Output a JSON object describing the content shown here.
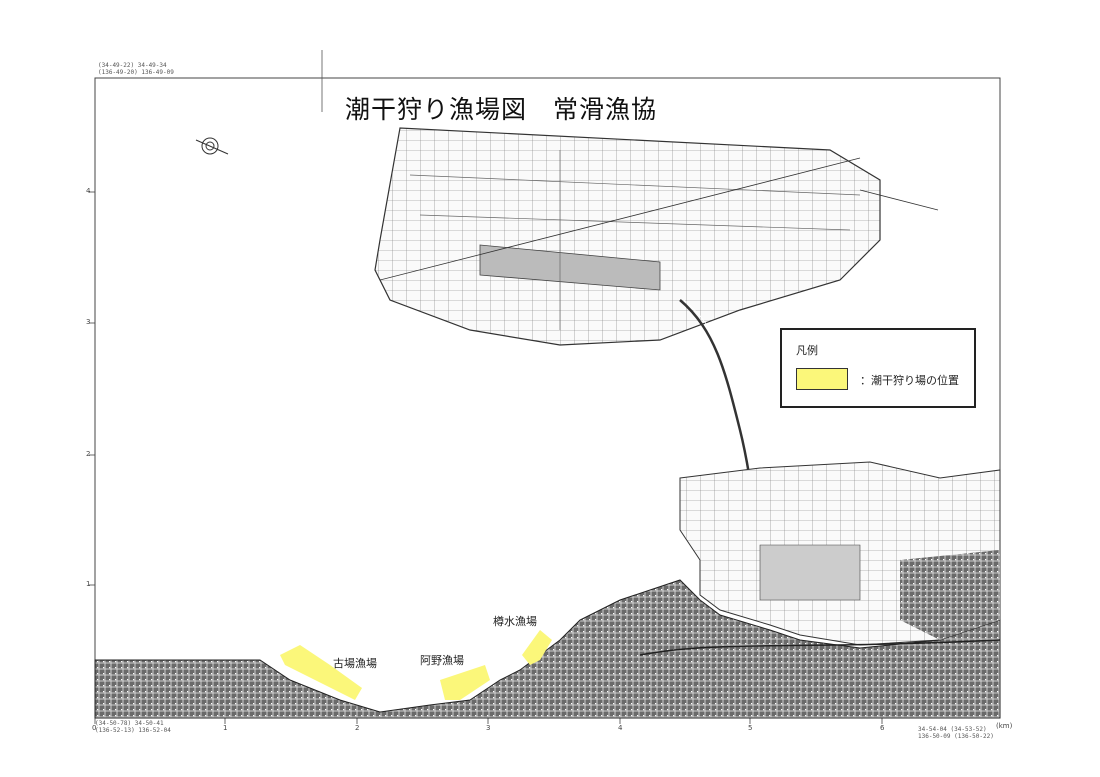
{
  "title": "潮干狩り漁場図　常滑漁協",
  "legend": {
    "heading": "凡例",
    "item_label": "：潮干狩り場の位置",
    "swatch_color": "#fbf77a"
  },
  "fishing_grounds": [
    {
      "name": "古場漁場"
    },
    {
      "name": "阿野漁場"
    },
    {
      "name": "樽水漁場"
    }
  ],
  "axis": {
    "bottom_ticks": [
      "0",
      "1",
      "2",
      "3",
      "4",
      "5",
      "6"
    ],
    "bottom_unit": "(km)",
    "left_ticks": [
      "1",
      "2",
      "3",
      "4"
    ]
  },
  "corner_coords": {
    "top_left": "(34-49-22) 34-49-34\n(136-49-20) 136-49-09",
    "bottom_left": "(34-50-78) 34-50-41\n(136-52-13) 136-52-04",
    "bottom_right": "34-54-04 (34-53-52)\n136-50-09 (136-50-22)"
  },
  "colors": {
    "highlight": "#fbf77a",
    "ink": "#222222"
  }
}
